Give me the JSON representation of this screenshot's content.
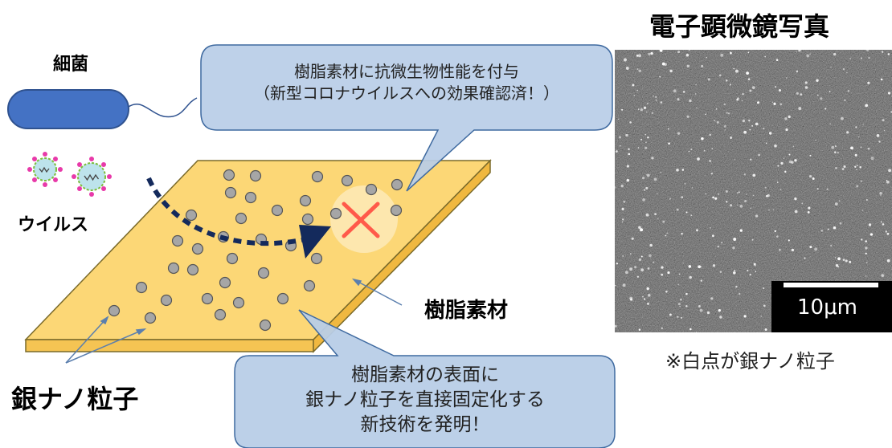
{
  "labels": {
    "bacteria": "細菌",
    "virus": "ウイルス",
    "silver_nanoparticles": "銀ナノ粒子",
    "resin_material": "樹脂素材",
    "em_title": "電子顕微鏡写真",
    "scale_bar": "10μm",
    "white_dot_note": "※白点が銀ナノ粒子"
  },
  "bubble_top": {
    "line1": "樹脂素材に抗微生物性能を付与",
    "line2": "（新型コロナウイルスへの効果確認済！）"
  },
  "bubble_bottom": {
    "line1": "樹脂素材の表面に",
    "line2": "銀ナノ粒子を直接固定化する",
    "line3": "新技術を発明！"
  },
  "colors": {
    "resin_top": "#fcd776",
    "resin_edge": "#f5c453",
    "bubble_fill": "#b8cde7",
    "bubble_stroke": "#3f6aa0",
    "bacteria_fill": "#4472c4",
    "particle": "#a6a6a6",
    "arrow": "#142a5c",
    "cross": "#ff5a4a"
  },
  "icons": {
    "bacteria": "bacteria-icon",
    "virus": "virus-icon",
    "cross": "cross-mark-icon",
    "arrow": "curved-arrow-icon"
  }
}
